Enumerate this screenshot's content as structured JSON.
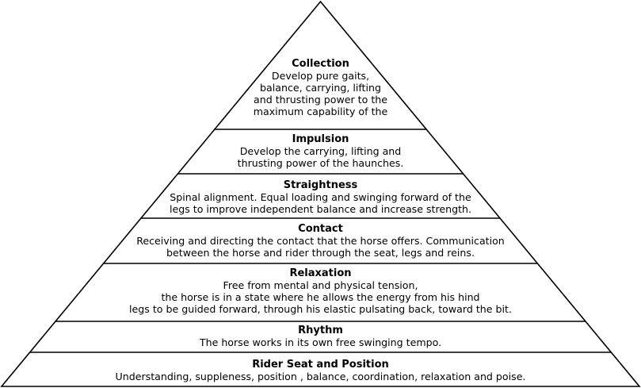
{
  "diagram": {
    "type": "pyramid",
    "colors": {
      "stroke": "#000000",
      "fill": "#ffffff",
      "text": "#000000"
    },
    "levels": [
      {
        "title": "Collection",
        "lines": [
          "Develop pure gaits,",
          "balance, carrying, lifting",
          "and thrusting power to the",
          "maximum capability of the"
        ]
      },
      {
        "title": "Impulsion",
        "lines": [
          "Develop the carrying, lifting and",
          "thrusting power of the haunches."
        ]
      },
      {
        "title": "Straightness",
        "lines": [
          "Spinal alignment. Equal loading and swinging forward of the",
          "legs to improve independent balance and increase strength."
        ]
      },
      {
        "title": "Contact",
        "lines": [
          "Receiving and directing the contact that the horse offers. Communication",
          "between the horse and rider through the seat, legs and reins."
        ]
      },
      {
        "title": "Relaxation",
        "lines": [
          "Free from mental and physical tension,",
          "the horse is in a state where he allows the energy from his hind",
          "legs to be guided forward, through his elastic pulsating back, toward the bit."
        ]
      },
      {
        "title": "Rhythm",
        "lines": [
          "The horse works in its own free swinging tempo."
        ]
      },
      {
        "title": "Rider Seat and Position",
        "lines": [
          "Understanding, suppleness, position , balance, coordination, relaxation and poise."
        ]
      }
    ]
  }
}
